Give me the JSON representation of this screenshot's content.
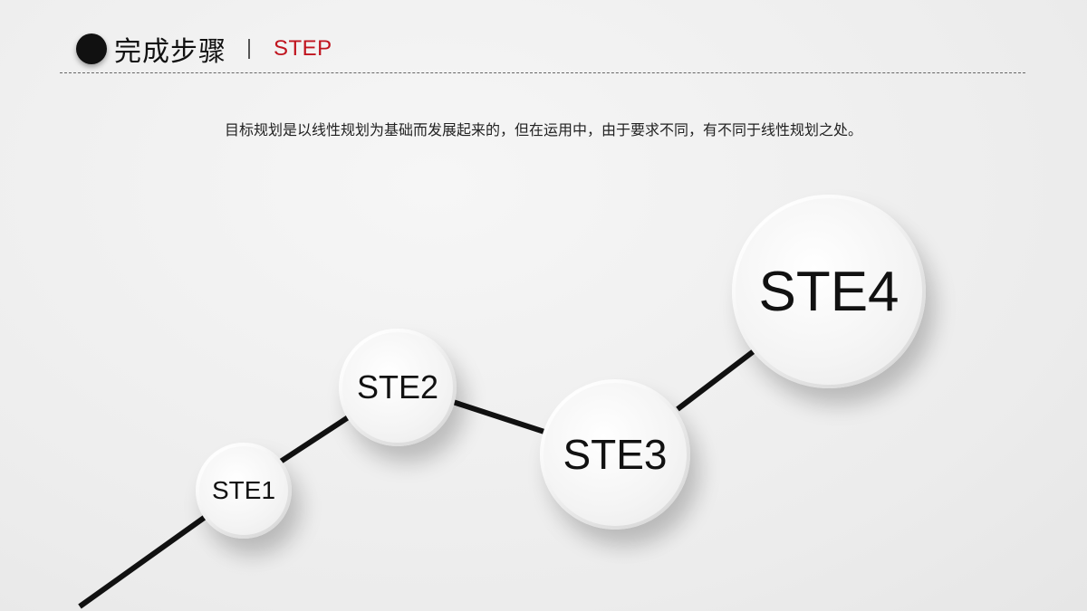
{
  "header": {
    "title": "完成步骤",
    "subtitle": "STEP"
  },
  "description": "目标规划是以线性规划为基础而发展起来的，但在运用中，由于要求不同，有不同于线性规划之处。",
  "steps": [
    {
      "label": "STE1"
    },
    {
      "label": "STE2"
    },
    {
      "label": "STE3"
    },
    {
      "label": "STE4"
    }
  ],
  "colors": {
    "accent": "#c0141e",
    "line": "#111111",
    "dot": "#111111"
  }
}
